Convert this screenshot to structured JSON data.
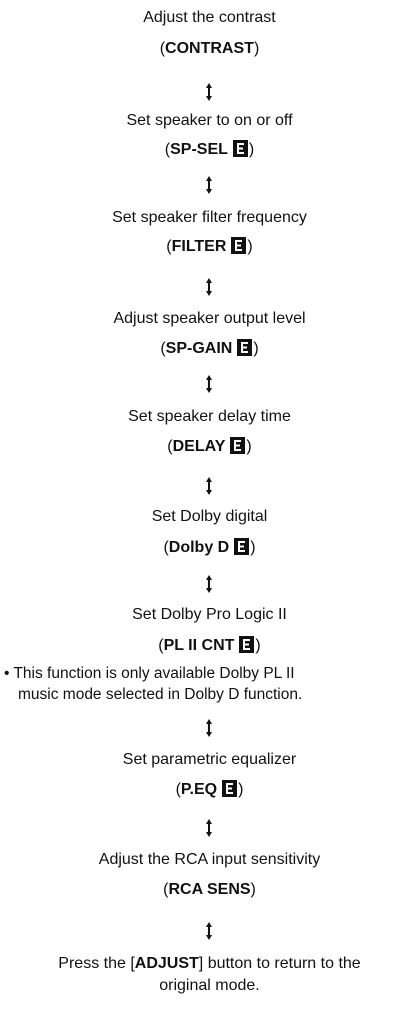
{
  "steps": [
    {
      "desc": "Adjust the contrast",
      "code": "CONTRAST",
      "icon": false
    },
    {
      "desc": "Set speaker to on or off",
      "code": "SP-SEL",
      "icon": true
    },
    {
      "desc": "Set speaker filter frequency",
      "code": "FILTER",
      "icon": true
    },
    {
      "desc": "Adjust speaker output level",
      "code": "SP-GAIN",
      "icon": true
    },
    {
      "desc": "Set speaker delay time",
      "code": "DELAY",
      "icon": true
    },
    {
      "desc": "Set Dolby digital",
      "code": "Dolby D",
      "icon": true
    },
    {
      "desc": "Set Dolby Pro Logic II",
      "code": "PL II CNT",
      "icon": true
    },
    {
      "desc": "Set parametric equalizer",
      "code": "P.EQ",
      "icon": true
    },
    {
      "desc": "Adjust the RCA input sensitivity",
      "code": "RCA SENS",
      "icon": false
    }
  ],
  "note": {
    "bullet": "•",
    "line1": "This function is only available Dolby PL II",
    "line2": "music mode selected in Dolby D function."
  },
  "final": {
    "prefix": "Press the [",
    "button": "ADJUST",
    "suffix": "] button to return to the",
    "line2": "original mode."
  },
  "icon_name": "e-box-icon",
  "arrow_icon_name": "up-down-arrow-icon",
  "paren_open": "(",
  "paren_close": ")"
}
